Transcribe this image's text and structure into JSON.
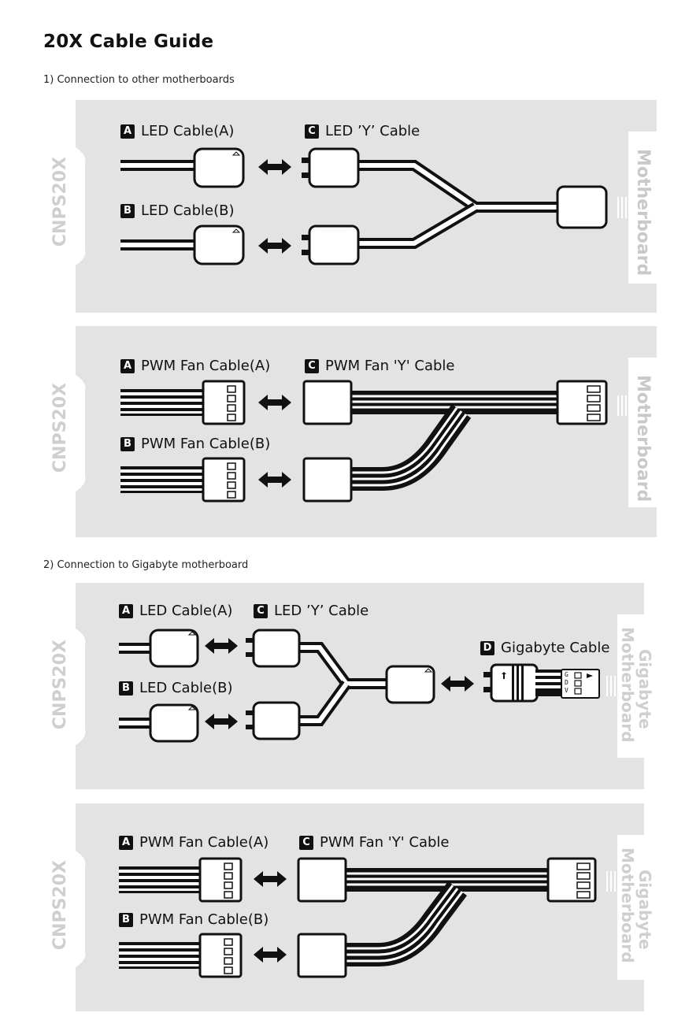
{
  "page_title": "20X Cable Guide",
  "sections": [
    {
      "label": "1) Connection to other motherboards"
    },
    {
      "label": "2) Connection to Gigabyte motherboard"
    }
  ],
  "device_label": "CNPS20X",
  "panels": [
    {
      "target": "Motherboard",
      "labels": {
        "a": {
          "badge": "A",
          "text": "LED Cable(A)"
        },
        "b": {
          "badge": "B",
          "text": "LED Cable(B)"
        },
        "c": {
          "badge": "C",
          "text": "LED ’Y’ Cable"
        }
      }
    },
    {
      "target": "Motherboard",
      "labels": {
        "a": {
          "badge": "A",
          "text": "PWM Fan Cable(A)"
        },
        "b": {
          "badge": "B",
          "text": "PWM Fan Cable(B)"
        },
        "c": {
          "badge": "C",
          "text": "PWM Fan 'Y' Cable"
        }
      }
    },
    {
      "target_line1": "Gigabyte",
      "target_line2": "Motherboard",
      "labels": {
        "a": {
          "badge": "A",
          "text": "LED Cable(A)"
        },
        "b": {
          "badge": "B",
          "text": "LED Cable(B)"
        },
        "c": {
          "badge": "C",
          "text": "LED ’Y’ Cable"
        },
        "d": {
          "badge": "D",
          "text": "Gigabyte Cable"
        }
      },
      "pin_letters": [
        "G",
        "D",
        "V"
      ]
    },
    {
      "target_line1": "Gigabyte",
      "target_line2": "Motherboard",
      "labels": {
        "a": {
          "badge": "A",
          "text": "PWM Fan Cable(A)"
        },
        "b": {
          "badge": "B",
          "text": "PWM Fan Cable(B)"
        },
        "c": {
          "badge": "C",
          "text": "PWM Fan 'Y' Cable"
        }
      }
    }
  ],
  "colors": {
    "panel_bg": "#e3e3e3",
    "ink": "#111111",
    "watermark": "#cfcfcf"
  }
}
